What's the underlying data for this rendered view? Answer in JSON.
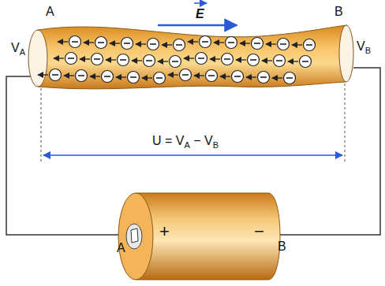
{
  "diagram": {
    "labels": [
      "A",
      "B",
      "VA",
      "VB",
      "E",
      "U = VA − VB",
      "A",
      "+",
      "−",
      "B"
    ]
  }
}
